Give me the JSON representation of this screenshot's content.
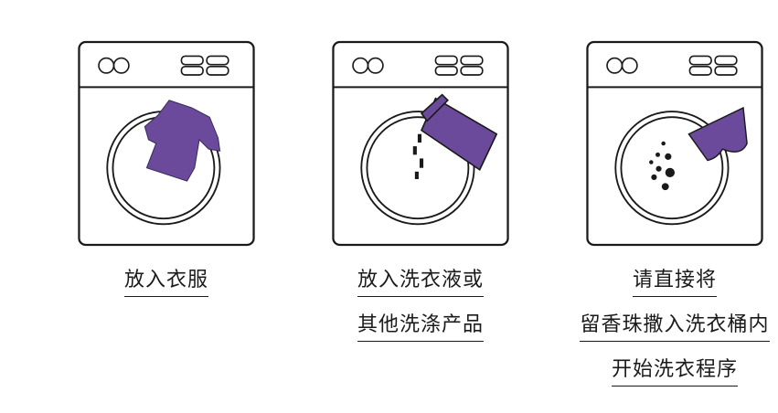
{
  "steps": [
    {
      "lines": [
        "放入衣服"
      ]
    },
    {
      "lines": [
        "放入洗衣液或",
        "其他洗涤产品"
      ]
    },
    {
      "lines": [
        "请直接将",
        "留香珠撒入洗衣桶内",
        "开始洗衣程序"
      ]
    }
  ],
  "colors": {
    "accent": "#6b4a9c",
    "line": "#1a1a1a",
    "background": "#ffffff"
  },
  "icons": [
    "shirt-icon",
    "detergent-bottle-icon",
    "scent-beads-scoop-icon"
  ]
}
